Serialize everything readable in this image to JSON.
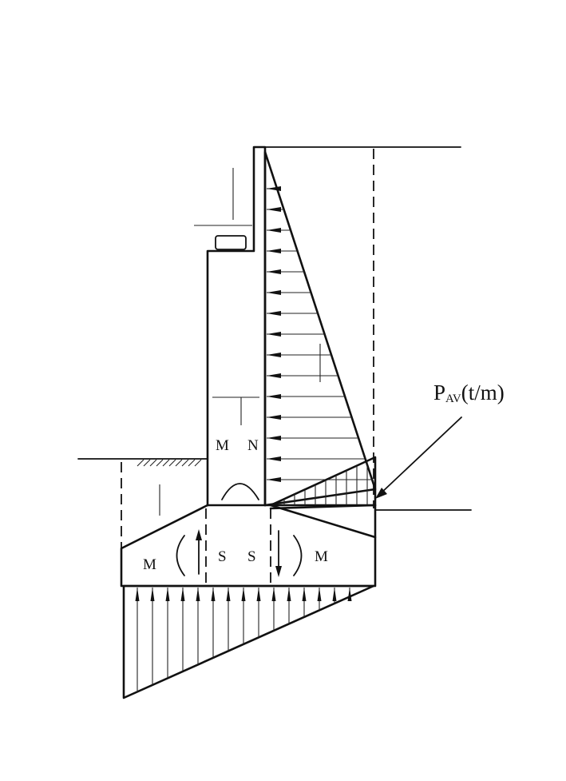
{
  "labels": {
    "m_wall": "M",
    "n_wall": "N",
    "m_left": "M",
    "s_left": "S",
    "s_right": "S",
    "m_right": "M",
    "pav_main": "P",
    "pav_sub": "AV",
    "pav_unit": "(t/m)"
  },
  "colors": {
    "ink": "#111111",
    "paper": "#ffffff"
  }
}
